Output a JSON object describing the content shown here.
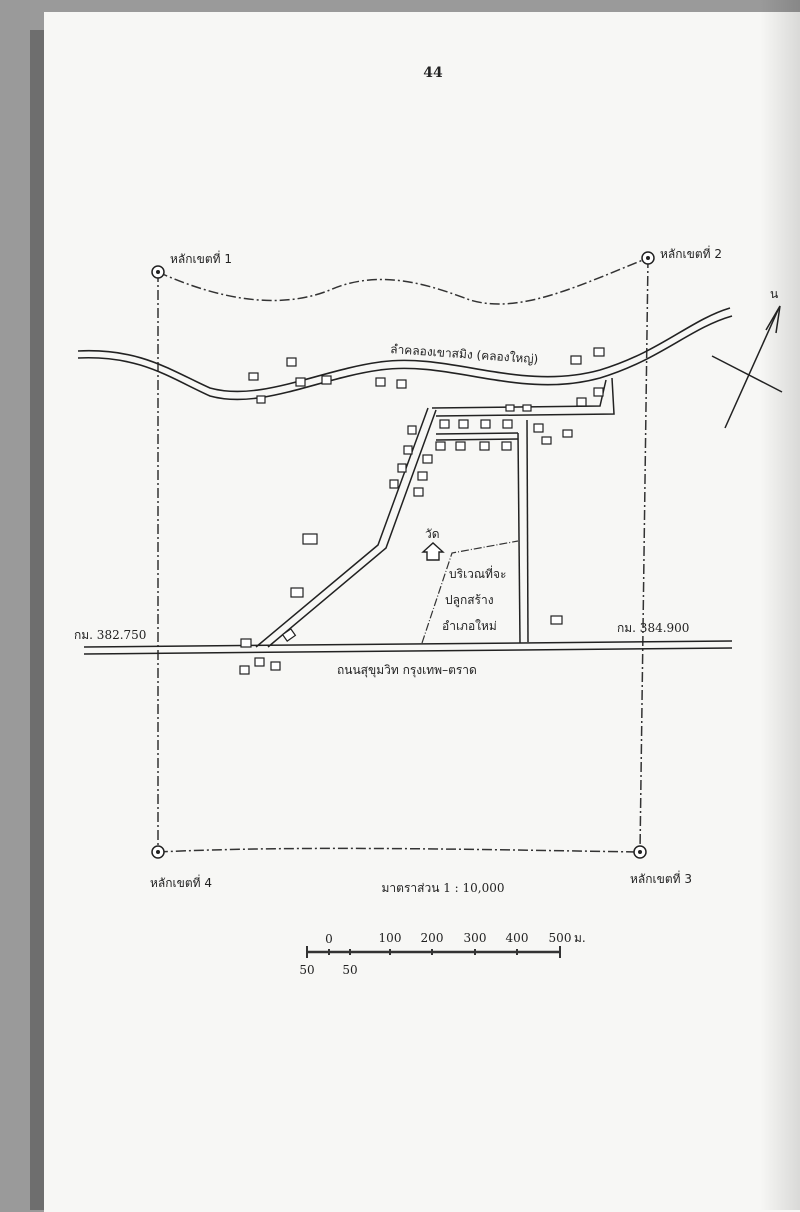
{
  "page_number": "44",
  "markers": {
    "m1": "หลักเขตที่ 1",
    "m2": "หลักเขตที่ 2",
    "m3": "หลักเขตที่ 3",
    "m4": "หลักเขตที่ 4"
  },
  "river_label": "ลำคลองเขาสมิง (คลองใหญ่)",
  "temple_label": "วัด",
  "area_label": [
    "บริเวณที่จะ",
    "ปลูกสร้าง",
    "อำเภอใหม่"
  ],
  "km_left": "กม. 382.750",
  "km_right": "กม. 384.900",
  "road_label": "ถนนสุขุมวิท กรุงเทพ–ตราด",
  "scale_title": "มาตราส่วน 1 : 10,000",
  "scale_top_labels": [
    "0",
    "100",
    "200",
    "300",
    "400",
    "500"
  ],
  "scale_unit": "ม.",
  "scale_bottom_labels": [
    "50",
    "50"
  ],
  "north_label": "น"
}
